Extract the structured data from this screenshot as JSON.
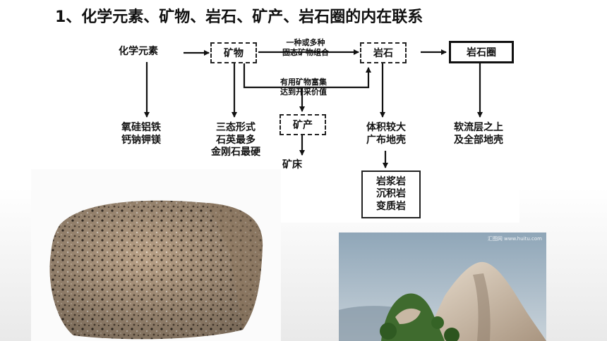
{
  "title": "1、化学元素、矿物、岩石、矿产、岩石圈的内在联系",
  "diagram": {
    "chemical_elements": "化学元素",
    "minerals": "矿物",
    "rocks": "岩石",
    "lithosphere": "岩石圈",
    "ore": "矿产",
    "arrow_label_top_line1": "一种或多种",
    "arrow_label_top_line2": "固态矿物组合",
    "arrow_label_bottom_line1": "有用矿物富集",
    "arrow_label_bottom_line2": "达到开采价值",
    "elements_detail_line1": "氧硅铝铁",
    "elements_detail_line2": "钙钠钾镁",
    "minerals_detail_line1": "三态形式",
    "minerals_detail_line2": "石英最多",
    "minerals_detail_line3": "金刚石最硬",
    "ore_detail": "矿床",
    "rocks_detail_line1": "体积较大",
    "rocks_detail_line2": "广布地壳",
    "rock_types_line1": "岩浆岩",
    "rock_types_line2": "沉积岩",
    "rock_types_line3": "变质岩",
    "lithosphere_detail_line1": "软流层之上",
    "lithosphere_detail_line2": "及全部地壳"
  },
  "photos": {
    "mountain_watermark": "汇图网 www.huitu.com"
  },
  "colors": {
    "ink": "#111111",
    "rock_base": "#b59d82",
    "sky": "#9fb3c4"
  }
}
